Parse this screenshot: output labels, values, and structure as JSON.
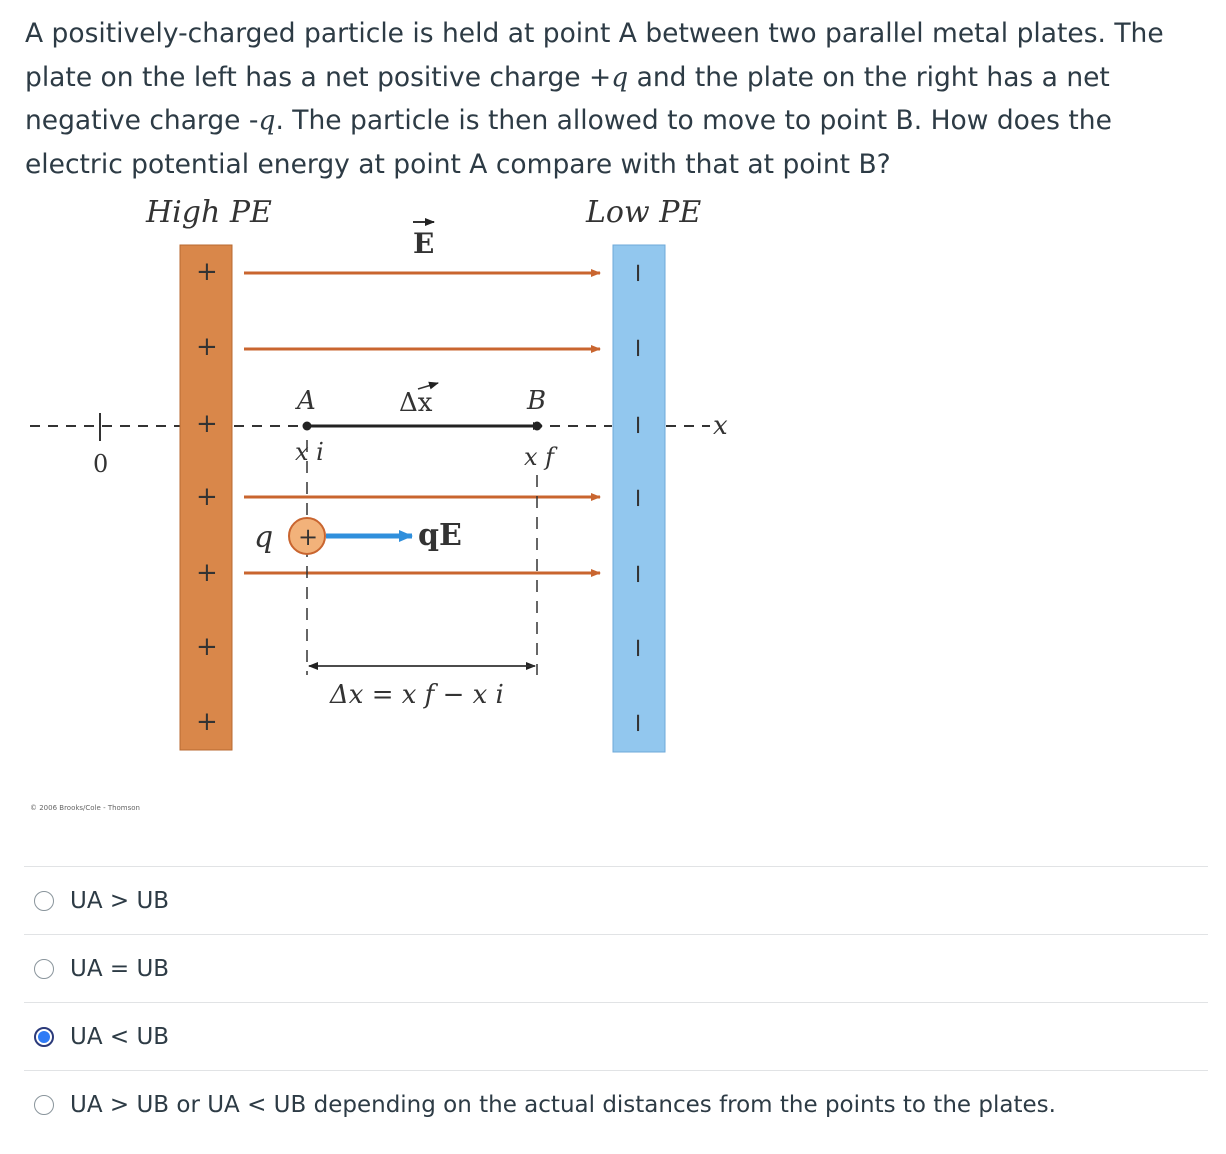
{
  "question": {
    "part1": "A positively-charged particle is held at point A between two parallel metal plates.  The plate on the left has a net positive charge +",
    "var1": "q",
    "part2": " and the plate on the right has a net negative charge -",
    "var2": "q",
    "part3": ".  The particle is then allowed to  move to point B.  How does the electric potential energy at point A compare with that at point B?"
  },
  "figure": {
    "high_pe": "High PE",
    "low_pe": "Low PE",
    "field_label": "E",
    "point_a": "A",
    "point_b": "B",
    "delta_x": "Δx",
    "x_i": "x i",
    "x_f": "x f",
    "origin": "0",
    "axis_x": "x",
    "charge_q": "q",
    "force_label": "qE",
    "displacement_eq": "Δx = x f − x i",
    "plus_sign": "+",
    "minus_sign": "−",
    "copyright": "© 2006 Brooks/Cole - Thomson",
    "colors": {
      "positive_plate": "#d9874a",
      "negative_plate": "#92c7ee",
      "field_line": "#c9652f",
      "force_arrow": "#2f8fdc",
      "particle": "#f2b27a"
    }
  },
  "answers": [
    {
      "label": "UA > UB",
      "selected": false
    },
    {
      "label": "UA = UB",
      "selected": false
    },
    {
      "label": "UA < UB",
      "selected": true
    },
    {
      "label": "UA > UB or UA < UB depending on the actual distances from the points to the plates.",
      "selected": false
    }
  ]
}
